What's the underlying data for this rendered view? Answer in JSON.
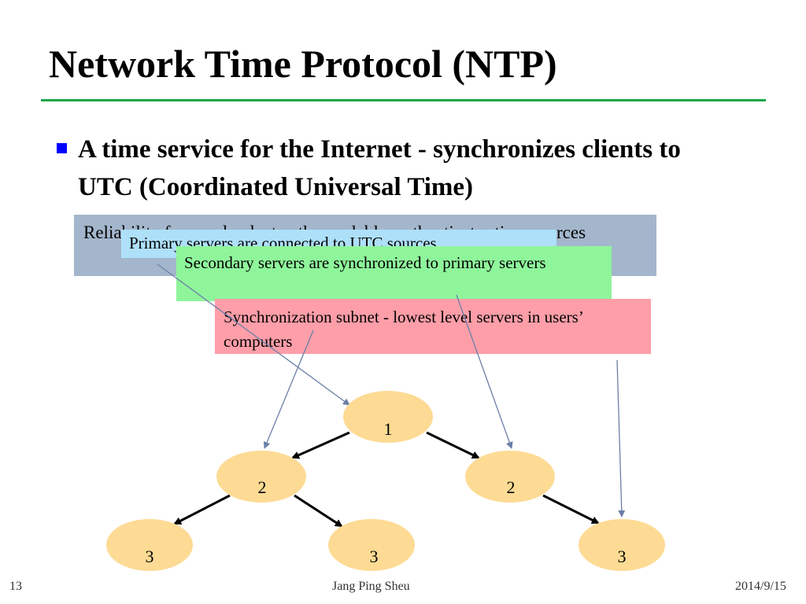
{
  "slide": {
    "title": "Network Time Protocol (NTP)",
    "bullet": "A time service for the Internet - synchronizes clients to UTC (Coordinated Universal Time)",
    "accent_color": "#1aa84a",
    "bullet_color": "#0000ff"
  },
  "callouts": {
    "reliability": "Reliability from redundant paths, scalable, authenticates time sources",
    "primary": "Primary servers are connected to UTC sources",
    "secondary": "Secondary servers are synchronized to primary servers",
    "subnet": "Synchronization subnet - lowest level servers in users’ computers"
  },
  "nodes": [
    {
      "label": "1"
    },
    {
      "label": "2"
    },
    {
      "label": "2"
    },
    {
      "label": "3"
    },
    {
      "label": "3"
    },
    {
      "label": "3"
    }
  ],
  "node_color": "#fddb94",
  "footer": {
    "page": "13",
    "author": "Jang Ping Sheu",
    "date": "2014/9/15"
  }
}
